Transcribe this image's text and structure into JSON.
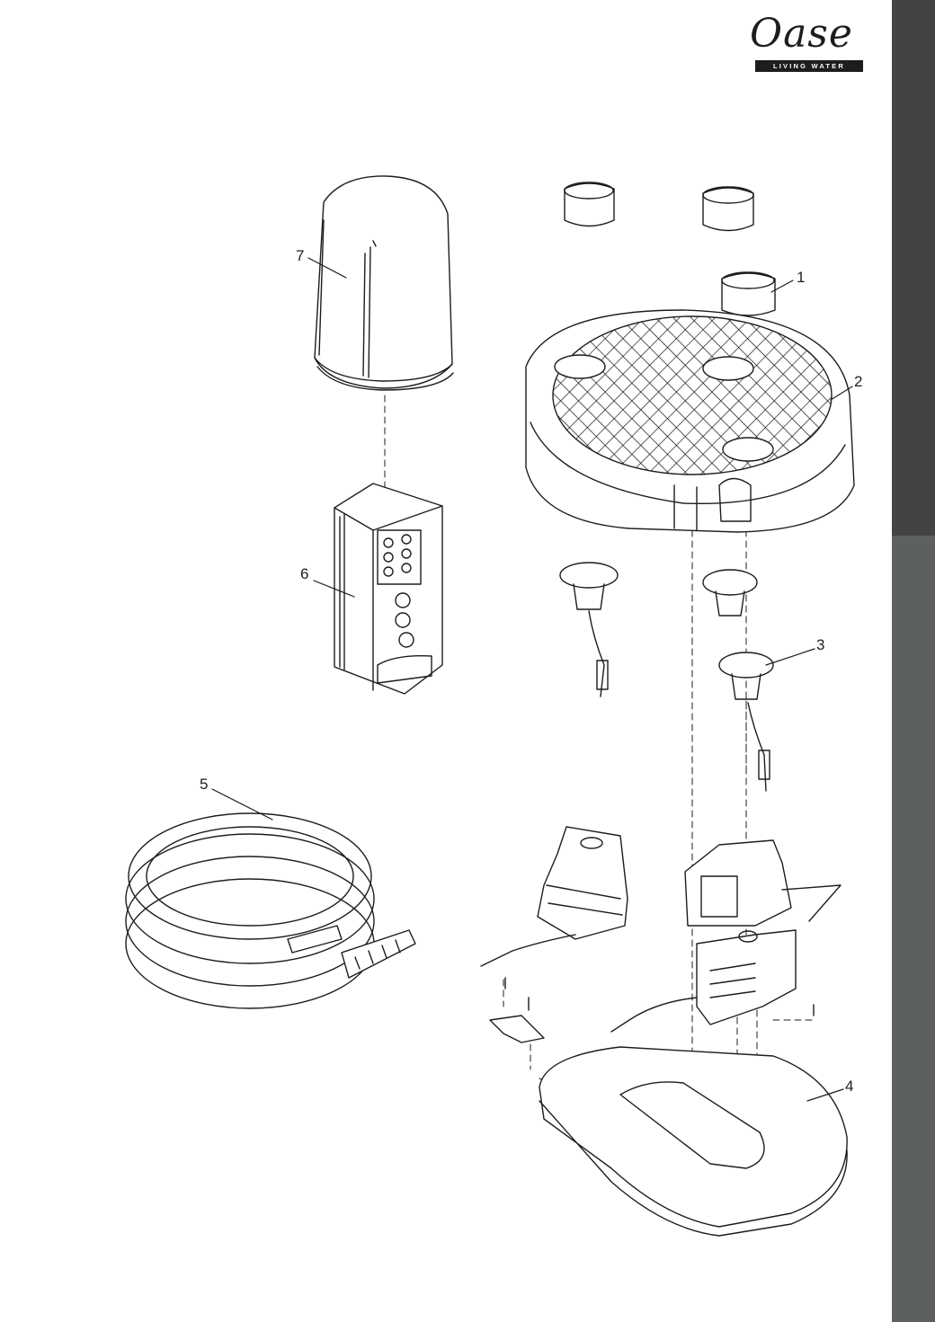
{
  "brand": {
    "logo_text": "Oase",
    "tagline": "LIVING WATER"
  },
  "colors": {
    "side_tab_top": "#424442",
    "side_tab_bottom": "#5c605e",
    "line": "#1d1d1b"
  },
  "callouts": [
    "1",
    "2",
    "3",
    "4",
    "5",
    "6",
    "7"
  ]
}
